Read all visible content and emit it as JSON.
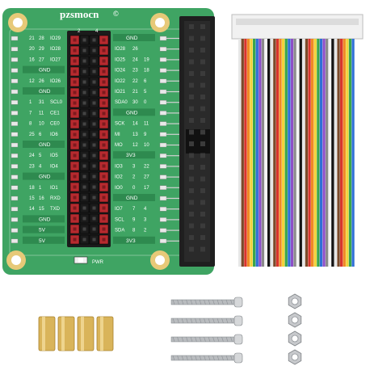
{
  "board": {
    "brand": "pzsmocn",
    "brand_mark": "©",
    "pwr_label": "PWR",
    "header_top_labels": [
      "2",
      "4"
    ],
    "rows": [
      {
        "left": [
          "21",
          "28",
          "IO29"
        ],
        "right": [
          "GND"
        ]
      },
      {
        "left": [
          "20",
          "29",
          "IO28"
        ],
        "right": [
          "IO28",
          "26"
        ]
      },
      {
        "left": [
          "16",
          "27",
          "IO27"
        ],
        "right": [
          "IO25",
          "24",
          "19"
        ]
      },
      {
        "left": [
          "GND"
        ],
        "right": [
          "IO24",
          "23",
          "18"
        ]
      },
      {
        "left": [
          "12",
          "26",
          "IO26"
        ],
        "right": [
          "IO22",
          "22",
          "6"
        ]
      },
      {
        "left": [
          "GND"
        ],
        "right": [
          "IO21",
          "21",
          "5"
        ]
      },
      {
        "left": [
          "1",
          "31",
          "SCL0"
        ],
        "right": [
          "SDA0",
          "30",
          "0"
        ]
      },
      {
        "left": [
          "7",
          "11",
          "CE1"
        ],
        "right": [
          "GND"
        ]
      },
      {
        "left": [
          "8",
          "10",
          "CE0"
        ],
        "right": [
          "SCK",
          "14",
          "11"
        ]
      },
      {
        "left": [
          "25",
          "6",
          "IO6"
        ],
        "right": [
          "MI",
          "13",
          "9"
        ]
      },
      {
        "left": [
          "GND"
        ],
        "right": [
          "MO",
          "12",
          "10"
        ]
      },
      {
        "left": [
          "24",
          "5",
          "IO5"
        ],
        "right": [
          "3V3"
        ]
      },
      {
        "left": [
          "23",
          "4",
          "IO4"
        ],
        "right": [
          "IO3",
          "3",
          "22"
        ]
      },
      {
        "left": [
          "GND"
        ],
        "right": [
          "IO2",
          "2",
          "27"
        ]
      },
      {
        "left": [
          "18",
          "1",
          "IO1"
        ],
        "right": [
          "IO0",
          "0",
          "17"
        ]
      },
      {
        "left": [
          "15",
          "16",
          "RXD"
        ],
        "right": [
          "GND"
        ]
      },
      {
        "left": [
          "14",
          "15",
          "TXD"
        ],
        "right": [
          "IO7",
          "7",
          "4"
        ]
      },
      {
        "left": [
          "GND"
        ],
        "right": [
          "SCL",
          "9",
          "3"
        ]
      },
      {
        "left": [
          "5V"
        ],
        "right": [
          "SDA",
          "8",
          "2"
        ]
      },
      {
        "left": [
          "5V"
        ],
        "right": [
          "3V3"
        ]
      }
    ]
  },
  "colors": {
    "pcb": "#3fa463",
    "pcb_dark": "#2e8a4f",
    "header_red": "#b72a2f",
    "header_black": "#1b1b1b",
    "connector": "#1f1f1f",
    "brass": "#d9b45a",
    "steel": "#b9bcbf",
    "ribbon": [
      "#e6e6e6",
      "#7a4a2a",
      "#d8342c",
      "#f08a24",
      "#f2d33b",
      "#3aa64a",
      "#2f6fd6",
      "#8d4fc8",
      "#8a8a8a",
      "#f5f5f5",
      "#141414"
    ]
  },
  "accessories": {
    "standoff_count": 4,
    "screw_count": 4,
    "nut_count": 4
  }
}
